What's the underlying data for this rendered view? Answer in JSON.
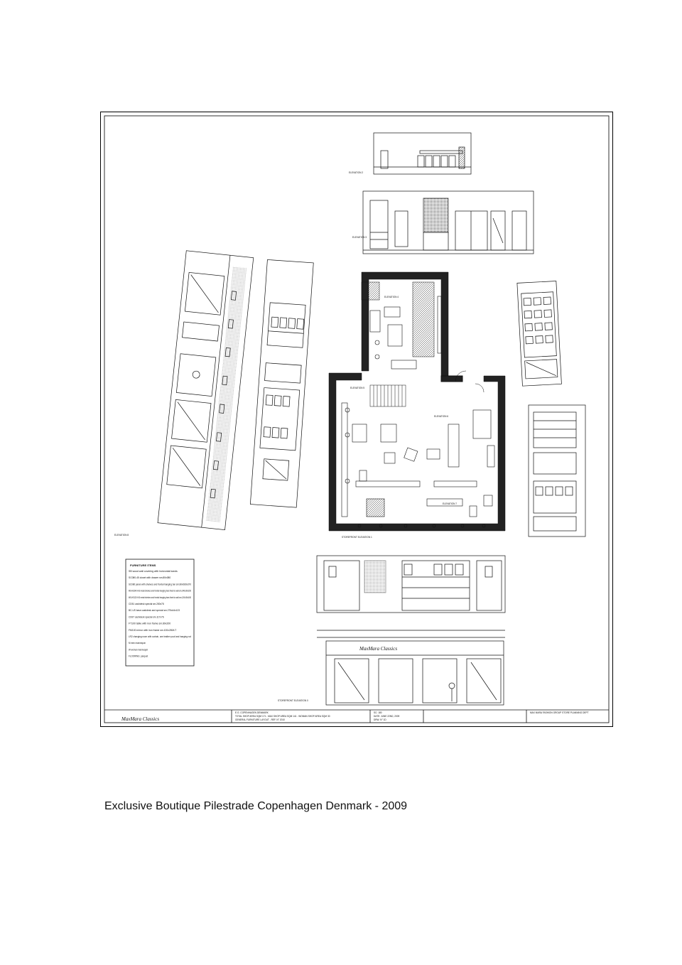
{
  "caption": "Exclusive Boutique Pilestrade Copenhagen Denmark - 2009",
  "legend": {
    "title": "FURNITURE ITEMS",
    "items": [
      "SB wood wall covering with horizontal bands",
      "SC080-45 closet with drawer sm.80x080",
      "SC080 panel with shelves and frontal hanging bar sm.80x080x370",
      "MS-HS240 H/3 metal shelves and frontal hanging bars fixed to wall sm.240x30x150",
      "MS-HS120 H/3 metal shelves and frontal hanging bars fixed to wall sm.120x30x150",
      "CD51 cashdesk special sm.280x78",
      "BC-US base cashdesk and special sm.275x44x123",
      "CS97 cashdesk special sm.117x76",
      "FT100 table with iron frame sm.80x200",
      "FM100 mirror with iron frame sm.100x280/LT",
      "LR2 changing room with curtain, one leather pouf and hanging rod",
      "M men mannequin",
      "W woman mannequin",
      "FLOORING: parquet"
    ]
  },
  "title_block": {
    "logo": "MaxMara Classics",
    "project": "E.G. COPENHAGEN DENMARK",
    "area": "TOTAL SHOP AREA SQM 171 - MAX SHOP AREA SQM 141 - WOMAN SHOP AREA SQM 30",
    "layout": "GENERAL FURNITURE LAYOUT - REF. N° 2010",
    "code": "SC: 180",
    "date": "DATE: JUNE 22ND, 2009",
    "scale": "DRW. N° 1D",
    "dept": "MAX MARA FASHION GROUP STORE PLANNING DEPT"
  },
  "labels": {
    "elev_1": "STOREFRONT ELEVATION 1",
    "elev_2": "ELEVATION 2",
    "elev_3": "ELEVATION 3",
    "elev_4": "ELEVATION 4",
    "elev_5": "ELEVATION 5",
    "elev_6": "ELEVATION 6",
    "elev_7": "ELEVATION 7",
    "elev_8": "ELEVATION 8",
    "storefront_facade": "STOREFRONT ELEVATION 0",
    "shop_logo": "MaxMara Classics"
  }
}
